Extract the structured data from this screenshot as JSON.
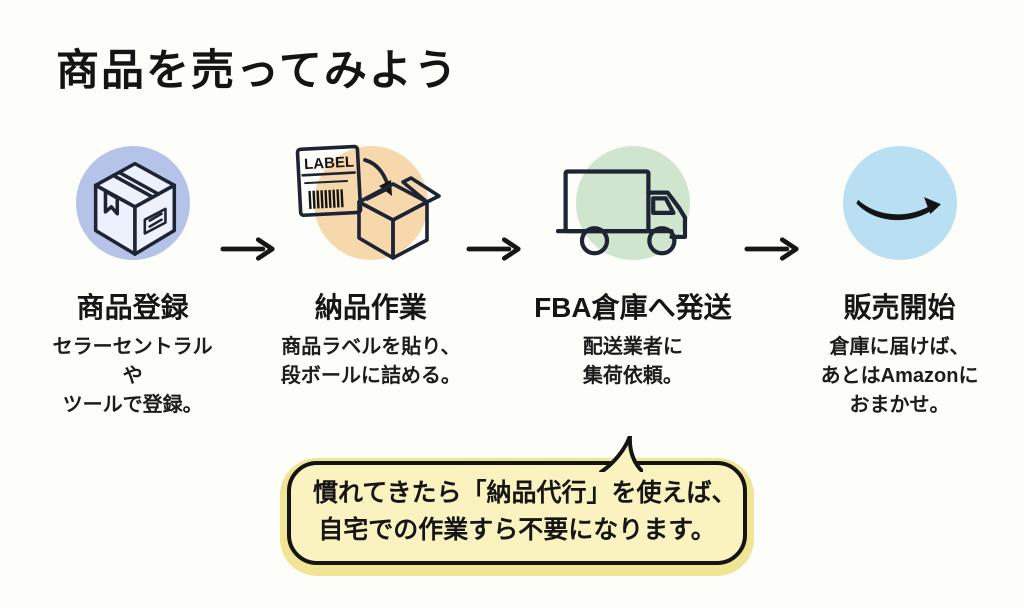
{
  "slide": {
    "title": "商品を売ってみよう",
    "background_color": "#fdfdf9",
    "text_color": "#1a1a1a",
    "arrow_color": "#161616"
  },
  "steps": [
    {
      "icon": "package-box-icon",
      "circle_color": "#b6c3e8",
      "heading": "商品登録",
      "lines": [
        "セラーセントラルや",
        "ツールで登録。"
      ]
    },
    {
      "icon": "label-into-box-icon",
      "circle_color": "#f7d8ac",
      "heading": "納品作業",
      "label_text": "LABEL",
      "lines": [
        "商品ラベルを貼り、",
        "段ボールに詰める。"
      ]
    },
    {
      "icon": "delivery-truck-icon",
      "circle_color": "#cfe5cd",
      "heading": "FBA倉庫へ発送",
      "lines": [
        "配送業者に",
        "集荷依頼。"
      ]
    },
    {
      "icon": "amazon-smile-icon",
      "circle_color": "#b9dff2",
      "heading": "販売開始",
      "lines": [
        "倉庫に届けば、",
        "あとはAmazonに",
        "おまかせ。"
      ]
    }
  ],
  "callout": {
    "lines": [
      "慣れてきたら「納品代行」を使えば、",
      "自宅での作業すら不要になります。"
    ],
    "fill_color": "#faf3c0",
    "glow_color": "#f0e594",
    "border_color": "#141414"
  }
}
